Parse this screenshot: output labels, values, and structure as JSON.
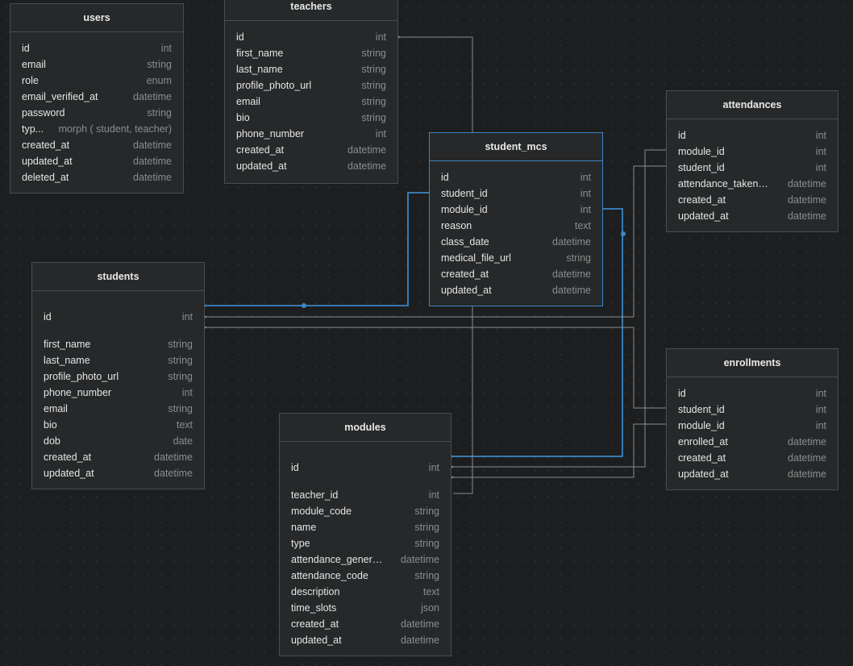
{
  "tables": {
    "users": {
      "name": "users",
      "fields": [
        {
          "name": "id",
          "type": "int"
        },
        {
          "name": "email",
          "type": "string"
        },
        {
          "name": "role",
          "type": "enum"
        },
        {
          "name": "email_verified_at",
          "type": "datetime"
        },
        {
          "name": "password",
          "type": "string"
        },
        {
          "name": "typ...",
          "type": "morph ( student, teacher)"
        },
        {
          "name": "created_at",
          "type": "datetime"
        },
        {
          "name": "updated_at",
          "type": "datetime"
        },
        {
          "name": "deleted_at",
          "type": "datetime"
        }
      ]
    },
    "teachers": {
      "name": "teachers",
      "fields": [
        {
          "name": "id",
          "type": "int"
        },
        {
          "name": "first_name",
          "type": "string"
        },
        {
          "name": "last_name",
          "type": "string"
        },
        {
          "name": "profile_photo_url",
          "type": "string"
        },
        {
          "name": "email",
          "type": "string"
        },
        {
          "name": "bio",
          "type": "string"
        },
        {
          "name": "phone_number",
          "type": "int"
        },
        {
          "name": "created_at",
          "type": "datetime"
        },
        {
          "name": "updated_at",
          "type": "datetime"
        }
      ]
    },
    "student_mcs": {
      "name": "student_mcs",
      "fields": [
        {
          "name": "id",
          "type": "int"
        },
        {
          "name": "student_id",
          "type": "int"
        },
        {
          "name": "module_id",
          "type": "int"
        },
        {
          "name": "reason",
          "type": "text"
        },
        {
          "name": "class_date",
          "type": "datetime"
        },
        {
          "name": "medical_file_url",
          "type": "string"
        },
        {
          "name": "created_at",
          "type": "datetime"
        },
        {
          "name": "updated_at",
          "type": "datetime"
        }
      ]
    },
    "attendances": {
      "name": "attendances",
      "fields": [
        {
          "name": "id",
          "type": "int"
        },
        {
          "name": "module_id",
          "type": "int"
        },
        {
          "name": "student_id",
          "type": "int"
        },
        {
          "name": "attendance_taken_at",
          "type": "datetime"
        },
        {
          "name": "created_at",
          "type": "datetime"
        },
        {
          "name": "updated_at",
          "type": "datetime"
        }
      ]
    },
    "students": {
      "name": "students",
      "fields": [
        {
          "name": "id",
          "type": "int"
        },
        {
          "name": "first_name",
          "type": "string"
        },
        {
          "name": "last_name",
          "type": "string"
        },
        {
          "name": "profile_photo_url",
          "type": "string"
        },
        {
          "name": "phone_number",
          "type": "int"
        },
        {
          "name": "email",
          "type": "string"
        },
        {
          "name": "bio",
          "type": "text"
        },
        {
          "name": "dob",
          "type": "date"
        },
        {
          "name": "created_at",
          "type": "datetime"
        },
        {
          "name": "updated_at",
          "type": "datetime"
        }
      ]
    },
    "enrollments": {
      "name": "enrollments",
      "fields": [
        {
          "name": "id",
          "type": "int"
        },
        {
          "name": "student_id",
          "type": "int"
        },
        {
          "name": "module_id",
          "type": "int"
        },
        {
          "name": "enrolled_at",
          "type": "datetime"
        },
        {
          "name": "created_at",
          "type": "datetime"
        },
        {
          "name": "updated_at",
          "type": "datetime"
        }
      ]
    },
    "modules": {
      "name": "modules",
      "fields": [
        {
          "name": "id",
          "type": "int"
        },
        {
          "name": "teacher_id",
          "type": "int"
        },
        {
          "name": "module_code",
          "type": "string"
        },
        {
          "name": "name",
          "type": "string"
        },
        {
          "name": "type",
          "type": "string"
        },
        {
          "name": "attendance_generat...",
          "type": "datetime"
        },
        {
          "name": "attendance_code",
          "type": "string"
        },
        {
          "name": "description",
          "type": "text"
        },
        {
          "name": "time_slots",
          "type": "json"
        },
        {
          "name": "created_at",
          "type": "datetime"
        },
        {
          "name": "updated_at",
          "type": "datetime"
        }
      ]
    }
  },
  "colors": {
    "background": "#1d1e1f",
    "table_bg": "#262829",
    "edge": "#8a8c8d",
    "highlight": "#3d86c6"
  }
}
